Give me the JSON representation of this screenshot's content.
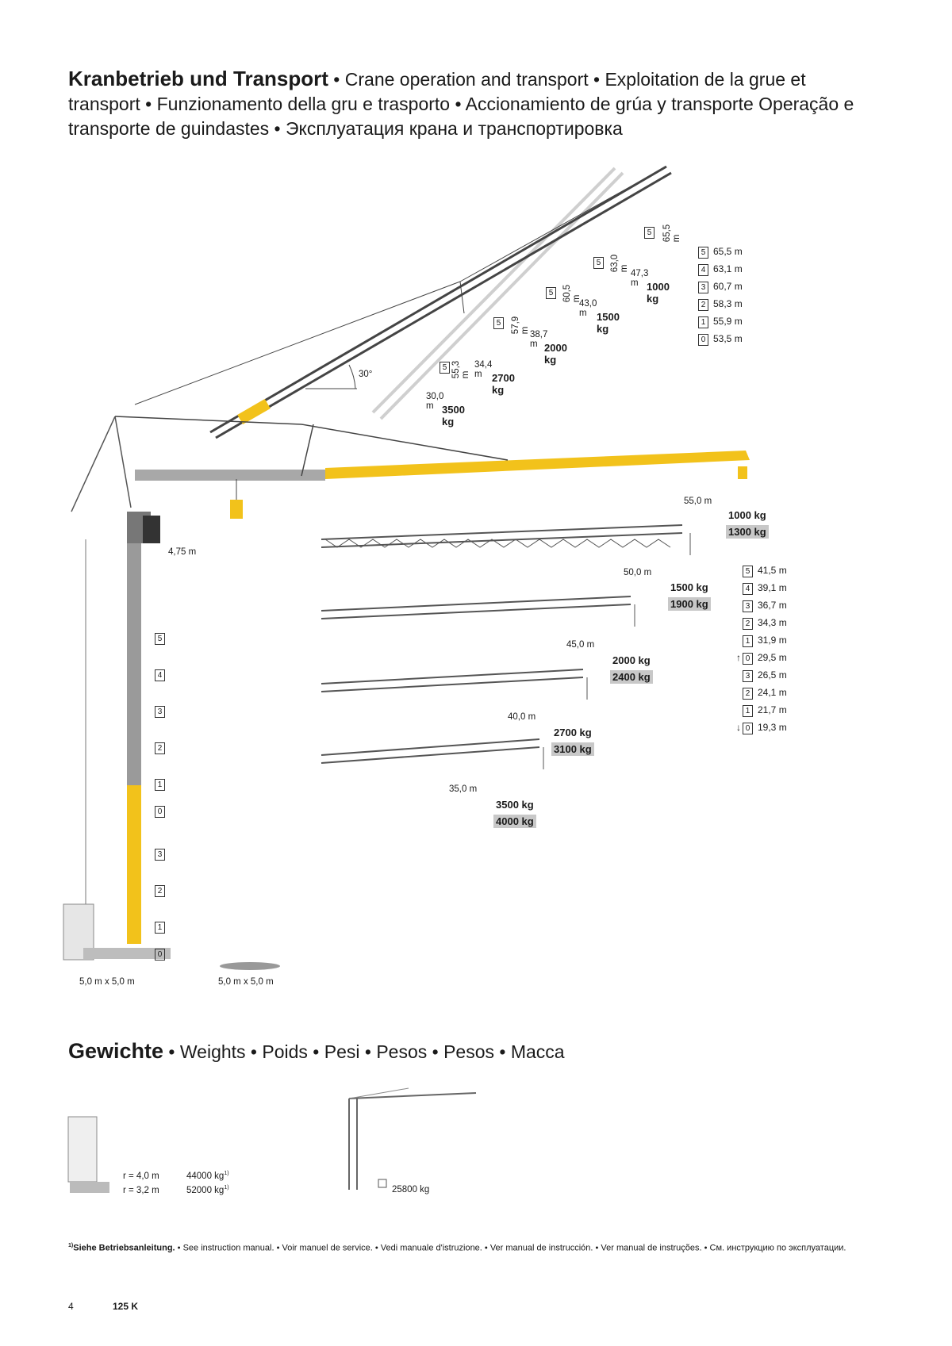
{
  "header": {
    "title_bold": "Kranbetrieb und Transport",
    "title_rest": " • Crane operation and transport • Exploitation de la grue et transport • Funzionamento della gru e trasporto • Accionamiento de grúa y transporte Operação e transporte de guindastes • Эксплуатация крана и транспортировка"
  },
  "luffing": {
    "angle": "30°",
    "heights": [
      {
        "box": "5",
        "height": "65,5 m",
        "radius": "47,3 m",
        "load": "1000 kg"
      },
      {
        "box": "5",
        "height": "63,0 m",
        "radius": "43,0 m",
        "load": "1500 kg"
      },
      {
        "box": "5",
        "height": "60,5 m",
        "radius": "38,7 m",
        "load": "2000 kg"
      },
      {
        "box": "5",
        "height": "57,9 m",
        "radius": "34,4 m",
        "load": "2700 kg"
      },
      {
        "box": "5",
        "height": "55,3 m",
        "radius": "30,0 m",
        "load": "3500 kg"
      }
    ],
    "legend": [
      {
        "box": "5",
        "value": "65,5 m"
      },
      {
        "box": "4",
        "value": "63,1 m"
      },
      {
        "box": "3",
        "value": "60,7 m"
      },
      {
        "box": "2",
        "value": "58,3 m"
      },
      {
        "box": "1",
        "value": "55,9 m"
      },
      {
        "box": "0",
        "value": "53,5 m"
      }
    ]
  },
  "horizontal": {
    "offset": "4,75 m",
    "jibs": [
      {
        "radius": "55,0 m",
        "load": "1000 kg",
        "load2": "1300 kg"
      },
      {
        "radius": "50,0 m",
        "load": "1500 kg",
        "load2": "1900 kg"
      },
      {
        "radius": "45,0 m",
        "load": "2000 kg",
        "load2": "2400 kg"
      },
      {
        "radius": "40,0 m",
        "load": "2700 kg",
        "load2": "3100 kg"
      },
      {
        "radius": "35,0 m",
        "load": "3500 kg",
        "load2": "4000 kg"
      }
    ],
    "legend": [
      {
        "arrow": "",
        "box": "5",
        "value": "41,5 m"
      },
      {
        "arrow": "",
        "box": "4",
        "value": "39,1 m"
      },
      {
        "arrow": "",
        "box": "3",
        "value": "36,7 m"
      },
      {
        "arrow": "",
        "box": "2",
        "value": "34,3 m"
      },
      {
        "arrow": "",
        "box": "1",
        "value": "31,9 m"
      },
      {
        "arrow": "↑",
        "box": "0",
        "value": "29,5 m"
      },
      {
        "arrow": "",
        "box": "3",
        "value": "26,5 m"
      },
      {
        "arrow": "",
        "box": "2",
        "value": "24,1 m"
      },
      {
        "arrow": "",
        "box": "1",
        "value": "21,7 m"
      },
      {
        "arrow": "↓",
        "box": "0",
        "value": "19,3 m"
      }
    ],
    "tower_sections": [
      "5",
      "4",
      "3",
      "2",
      "1",
      "0",
      "3",
      "2",
      "1",
      "0"
    ],
    "base1": "5,0 m x 5,0 m",
    "base2": "5,0 m x 5,0 m"
  },
  "weights": {
    "title_bold": "Gewichte",
    "title_rest": " • Weights • Poids • Pesi • Pesos • Pesos • Macca",
    "rows": [
      {
        "r": "r = 4,0 m",
        "w": "44000 kg",
        "sup": "1)"
      },
      {
        "r": "r = 3,2 m",
        "w": "52000 kg",
        "sup": "1)"
      }
    ],
    "crane_weight": "25800 kg"
  },
  "footnote": {
    "mark": "1)",
    "bold": "Siehe Betriebsanleitung.",
    "rest": " • See instruction manual. • Voir manuel de service. • Vedi manuale d'istruzione. • Ver manual de instrucción. • Ver manual de instruções. • См. инструкцию по эксплуатации."
  },
  "page": {
    "number": "4",
    "model": "125 K"
  },
  "colors": {
    "yellow": "#f2c21b",
    "grey": "#9a9a9a",
    "shade": "#c8c8c8"
  }
}
